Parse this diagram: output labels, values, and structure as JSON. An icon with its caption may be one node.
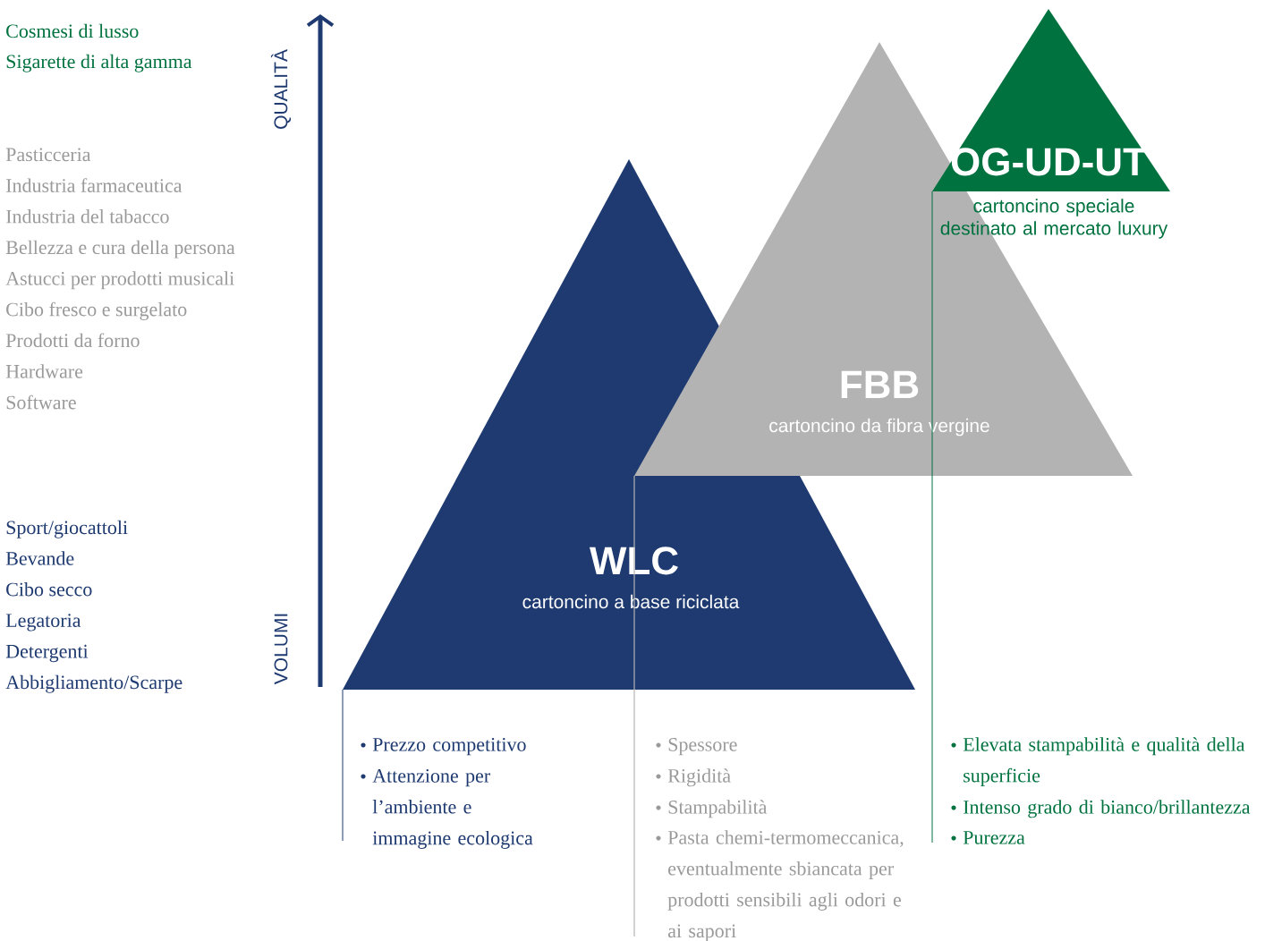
{
  "diagram": {
    "nodes": [
      {
        "text": [
          "WLC",
          "cartoncino a base riciclata"
        ]
      },
      {
        "text": [
          "FBB",
          "cartoncino da fibra vergine"
        ]
      },
      {
        "text": [
          "OG-UD-UT",
          "cartoncino speciale destinato al mercato luxury"
        ]
      }
    ],
    "labels": [
      "Cosmesi di lusso",
      "Sigarette di alta gamma",
      "Pasticceria",
      "Industria farmaceutica",
      "Industria del tabacco",
      "Bellezza e cura della persona",
      "Astucci per prodotti musicali",
      "Cibo fresco e surgelato",
      "Prodotti da forno",
      "Hardware",
      "Software",
      "Sport/giocattoli",
      "Bevande",
      "Cibo secco",
      "Legatoria",
      "Detergenti",
      "Abbigliamento/Scarpe",
      "QUALITÀ",
      "VOLUMI",
      "Prezzo competitivo",
      "Attenzione per l’ambiente e immagine ecologica",
      "Spessore",
      "Rigidità",
      "Stampabilità",
      "Pasta chemi-termomeccanica, eventualmente sbiancata per prodotti sensibili agli odori e ai sapori",
      "Elevata stampabilità e qualità della superficie",
      "Intenso grado di bianco/brillantezza",
      "Purezza"
    ]
  }
}
